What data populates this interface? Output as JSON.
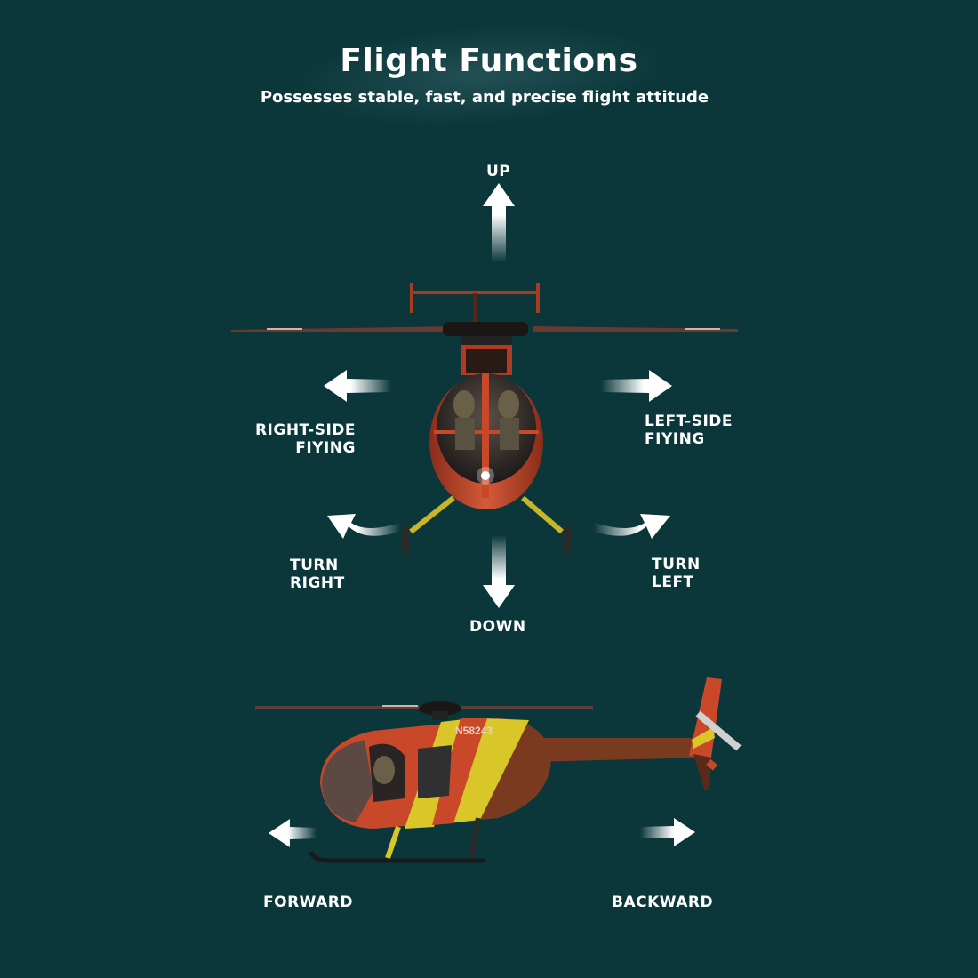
{
  "header": {
    "title": "Flight Functions",
    "subtitle": "Possesses stable, fast, and precise flight attitude"
  },
  "directions": {
    "up": "UP",
    "down": "DOWN",
    "right_side": [
      "RIGHT-SIDE",
      "FIYING"
    ],
    "left_side": [
      "LEFT-SIDE",
      "FIYING"
    ],
    "turn_right": [
      "TURN",
      "RIGHT"
    ],
    "turn_left": [
      "TURN",
      "LEFT"
    ],
    "forward": "FORWARD",
    "backward": "BACKWARD"
  },
  "helicopter": {
    "registration": "N58243"
  },
  "colors": {
    "background": "#0b373b",
    "arrow": "#ffffff",
    "body_orange": "#c9482a",
    "stripe_yellow": "#d9c72a",
    "body_brown": "#7a3a20"
  }
}
